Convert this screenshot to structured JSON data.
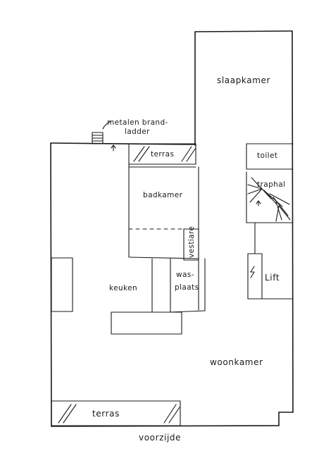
{
  "labels": {
    "slaapkamer": "slaapkamer",
    "metalen_1": "metalen brand-",
    "metalen_2": "ladder",
    "terras_top": "terras",
    "toilet": "toilet",
    "trap": "traphal",
    "badkamer": "badkamer",
    "vestiaire": "vestiare",
    "was_1": "was-",
    "was_2": "plaats",
    "keuken": "keuken",
    "lift": "Lift",
    "woonkamer": "woonkamer",
    "terras_bottom": "terras",
    "voorzijde": "voorzijde"
  }
}
